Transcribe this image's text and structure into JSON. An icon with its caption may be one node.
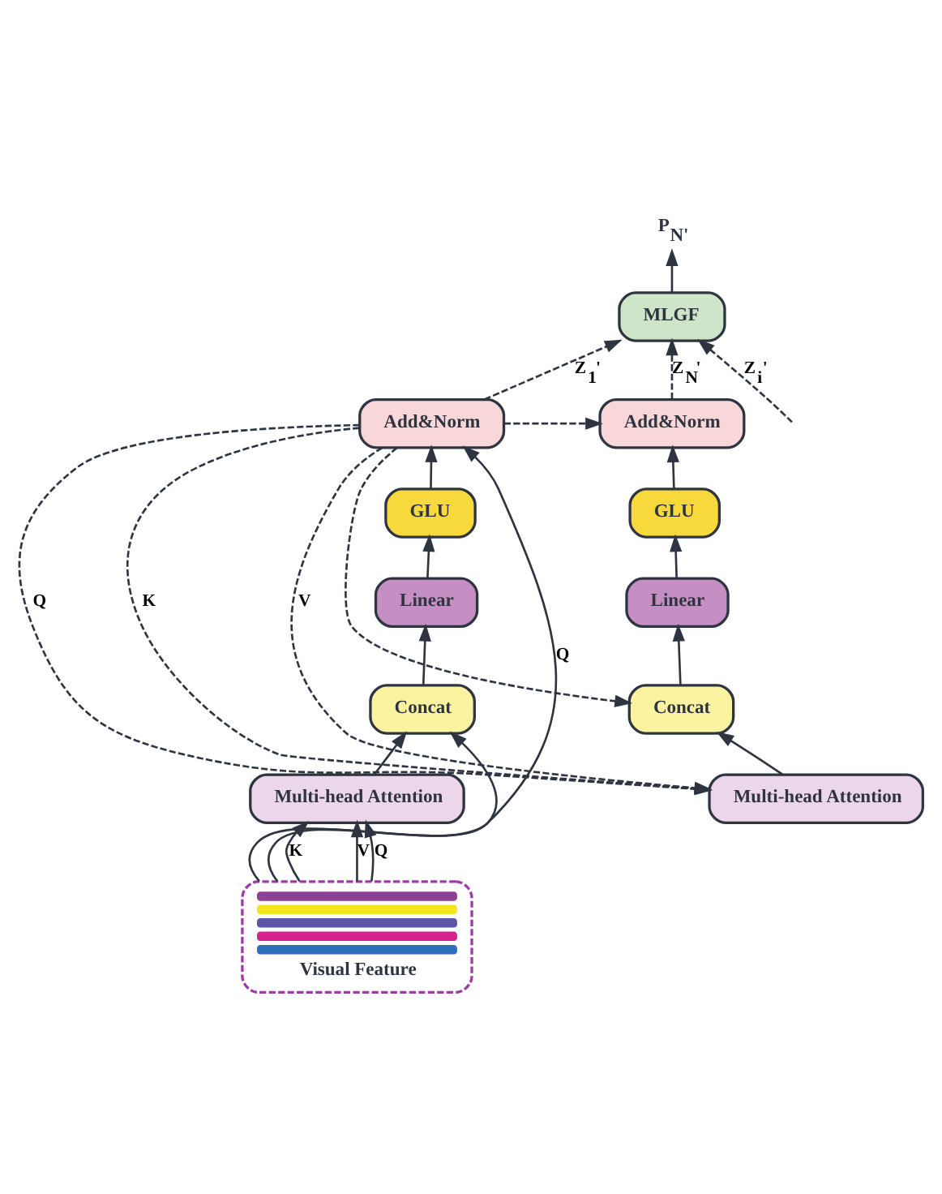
{
  "diagram": {
    "nodes": [
      {
        "text": [
          "MLGF"
        ]
      },
      {
        "text": [
          "Add&Norm"
        ]
      },
      {
        "text": [
          "GLU"
        ]
      },
      {
        "text": [
          "Linear"
        ]
      },
      {
        "text": [
          "Concat"
        ]
      },
      {
        "text": [
          "Multi-head Attention"
        ]
      },
      {
        "text": [
          "Add&Norm"
        ]
      },
      {
        "text": [
          "GLU"
        ]
      },
      {
        "text": [
          "Linear"
        ]
      },
      {
        "text": [
          "Concat"
        ]
      },
      {
        "text": [
          "Multi-head Attention"
        ]
      },
      {
        "text": [
          "Visual Feature"
        ]
      },
      {
        "text": [
          "P$_{N'}$"
        ]
      }
    ],
    "edges": [
      {
        "from": 0,
        "to": 12,
        "arrow": "to"
      },
      {
        "from": 1,
        "to": 0,
        "arrow": "to",
        "label": "Z$_{1}$'",
        "style": "dashed"
      },
      {
        "from": null,
        "to": 0,
        "arrow": "to",
        "label": "Z$_{i}$'",
        "style": "dashed"
      },
      {
        "from": 6,
        "to": 0,
        "arrow": "to",
        "label": "Z$_{N}$'",
        "style": "dashed"
      },
      {
        "from": 2,
        "to": 1,
        "arrow": "to"
      },
      {
        "from": 3,
        "to": 2,
        "arrow": "to"
      },
      {
        "from": 4,
        "to": 3,
        "arrow": "to"
      },
      {
        "from": 5,
        "to": 4,
        "arrow": "to"
      },
      {
        "from": 7,
        "to": 6,
        "arrow": "to"
      },
      {
        "from": 8,
        "to": 7,
        "arrow": "to"
      },
      {
        "from": 9,
        "to": 8,
        "arrow": "to"
      },
      {
        "from": 10,
        "to": 9,
        "arrow": "to"
      },
      {
        "from": 11,
        "to": 5,
        "arrow": "to",
        "label": "Q"
      },
      {
        "from": 11,
        "to": 5,
        "arrow": "to",
        "label": "K"
      },
      {
        "from": 11,
        "to": 5,
        "arrow": "to",
        "label": "V"
      },
      {
        "from": 11,
        "to": 4,
        "arrow": "to"
      },
      {
        "from": 11,
        "to": 1,
        "arrow": "to",
        "label": "Q"
      },
      {
        "from": 1,
        "to": 6,
        "arrow": "to",
        "style": "dashed"
      },
      {
        "from": 1,
        "to": 9,
        "arrow": "to",
        "style": "dashed"
      },
      {
        "from": 1,
        "to": 10,
        "arrow": "to",
        "label": "Q",
        "style": "dashed"
      },
      {
        "from": 1,
        "to": 10,
        "arrow": "to",
        "label": "K",
        "style": "dashed"
      },
      {
        "from": 1,
        "to": 10,
        "arrow": "to",
        "label": "V",
        "style": "dashed"
      }
    ]
  }
}
